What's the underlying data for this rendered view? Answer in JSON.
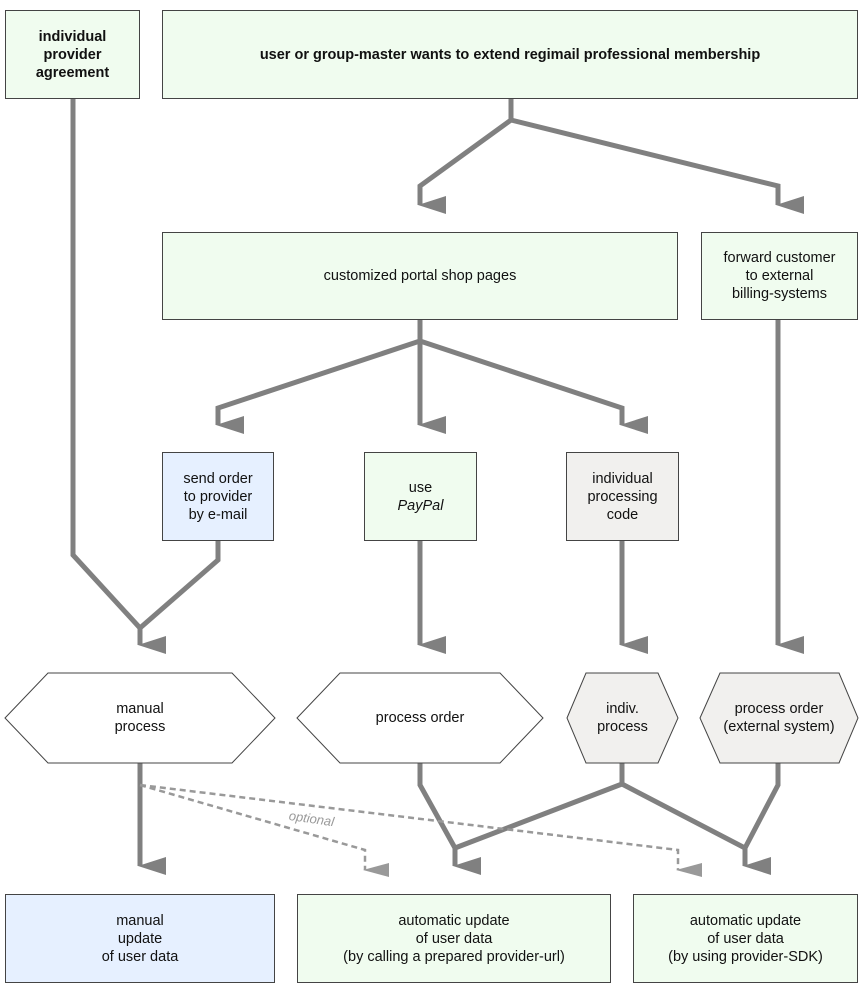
{
  "nodes": {
    "provider_agreement": [
      "individual",
      "provider",
      "agreement"
    ],
    "extend_membership": "user or group-master wants to extend regimail professional membership",
    "portal_shop": "customized portal shop pages",
    "forward_customer": [
      "forward customer",
      "to external",
      "billing-systems"
    ],
    "send_order": [
      "send order",
      "to provider",
      "by e-mail"
    ],
    "use_paypal": [
      "use",
      "PayPal"
    ],
    "indiv_code": [
      "individual",
      "processing",
      "code"
    ],
    "manual_process": [
      "manual",
      "process"
    ],
    "process_order": "process order",
    "indiv_process": [
      "indiv.",
      "process"
    ],
    "process_external": [
      "process order",
      "(external system)"
    ],
    "manual_update": [
      "manual",
      "update",
      "of user data"
    ],
    "auto_update_url": [
      "automatic update",
      "of user data",
      "(by calling a prepared provider-url)"
    ],
    "auto_update_sdk": [
      "automatic update",
      "of user data",
      "(by using provider-SDK)"
    ]
  },
  "edges": {
    "optional_label": "optional"
  },
  "colors": {
    "green_fill": "#f0fcef",
    "blue_fill": "#e6f0ff",
    "grey_fill": "#f1f0ee",
    "arrow": "#808080",
    "dashed": "#999999"
  }
}
